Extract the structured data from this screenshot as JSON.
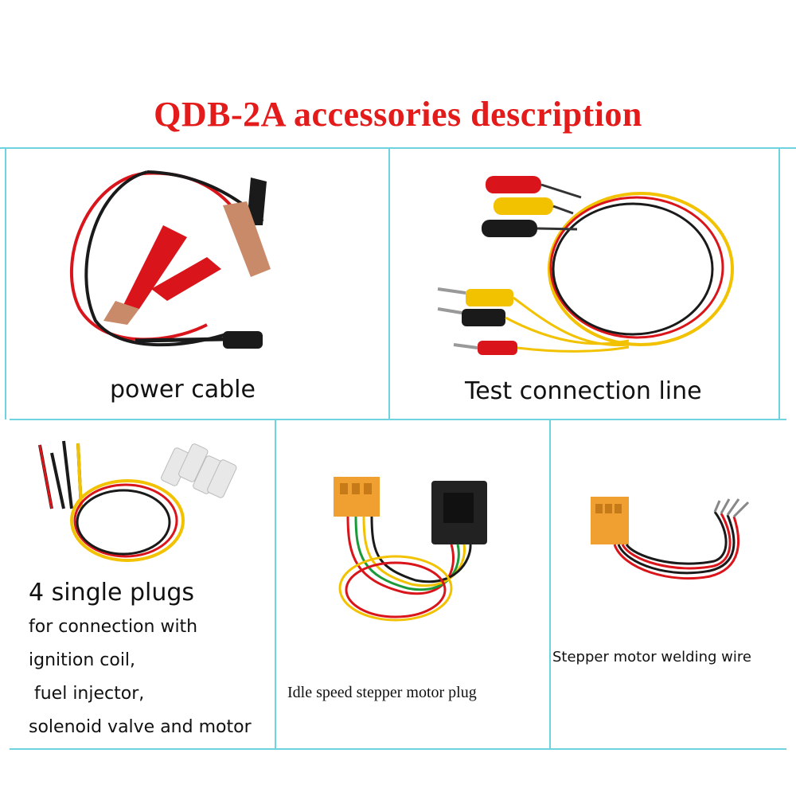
{
  "title": "QDB-2A accessories description",
  "colors": {
    "title": "#e31b1b",
    "grid": "#6fd3df",
    "wire_red": "#d9151b",
    "wire_black": "#1a1a1a",
    "wire_yellow": "#f2c200",
    "wire_green": "#1c9a3a",
    "plug_orange": "#f0a030"
  },
  "panels": {
    "power_cable": {
      "label": "power cable"
    },
    "test_line": {
      "label": "Test connection line"
    },
    "single_plugs": {
      "label": "4 single plugs",
      "desc": [
        "for connection with",
        "ignition coil,",
        " fuel injector,",
        "solenoid valve and motor"
      ]
    },
    "idle_plug": {
      "label": "Idle speed stepper motor plug"
    },
    "welding_wire": {
      "label": "Stepper motor welding wire"
    }
  }
}
